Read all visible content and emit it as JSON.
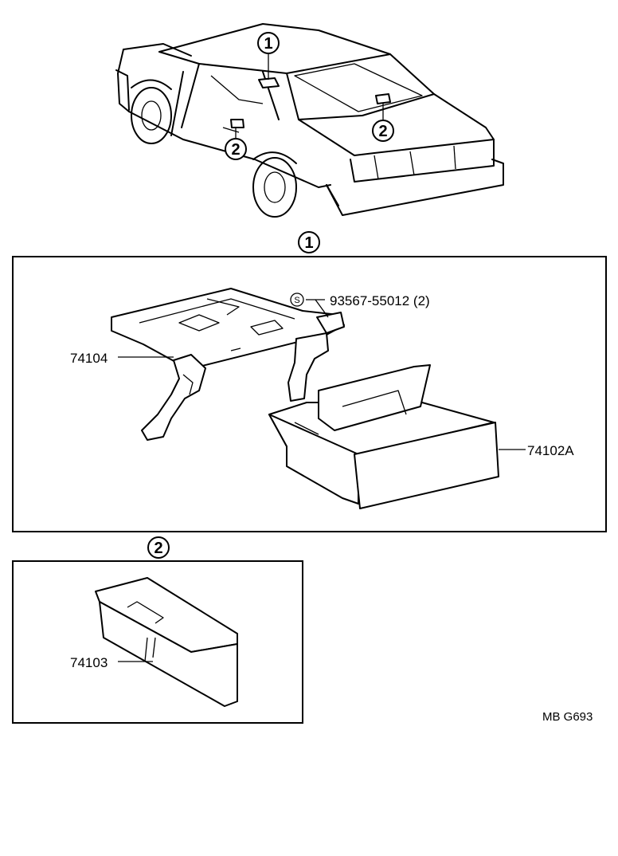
{
  "callouts": {
    "one": "1",
    "two": "2",
    "screw_symbol": "S"
  },
  "parts": {
    "bracket": "74104",
    "screw": "93567-55012 (2)",
    "tray": "74102A",
    "box": "74103"
  },
  "footer": {
    "code": "MB  G693"
  },
  "icons": [
    "car-illustration",
    "bracket-illustration",
    "ashtray-illustration",
    "box-illustration"
  ]
}
